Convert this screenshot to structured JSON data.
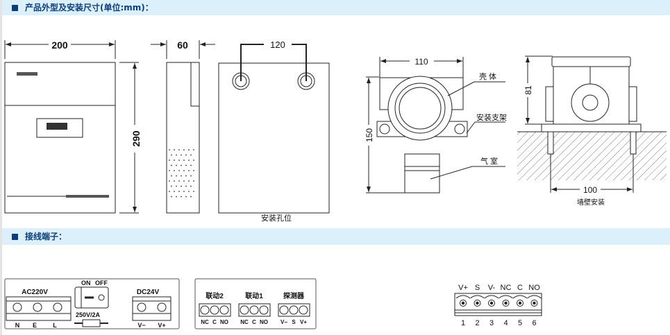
{
  "section1": {
    "title": "产品外型及安装尺寸(单位:mm)："
  },
  "section2": {
    "title": "接线端子："
  },
  "controller": {
    "width": "200",
    "height": "290",
    "depth": "60",
    "hole_spacing": "120",
    "hole_label": "安装孔位"
  },
  "detector": {
    "width": "110",
    "height": "150",
    "callouts": [
      "壳 体",
      "安装支架",
      "气 室"
    ]
  },
  "wall_mount": {
    "height": "81",
    "bolt_spacing": "100",
    "label": "墙壁安装"
  },
  "terminals_power": {
    "ac_label": "AC220V",
    "ac_pins": [
      "N",
      "E",
      "L"
    ],
    "switch_on": "ON",
    "switch_off": "OFF",
    "fuse": "250V/2A",
    "dc_label": "DC24V",
    "dc_pins": [
      "V−",
      "V+"
    ]
  },
  "terminals_relay": {
    "groups": [
      {
        "label": "联动2",
        "pins": [
          "NC",
          "C",
          "NO"
        ]
      },
      {
        "label": "联动1",
        "pins": [
          "NC",
          "C",
          "NO"
        ]
      },
      {
        "label": "探测器",
        "pins": [
          "V−",
          "S",
          "V+"
        ]
      }
    ]
  },
  "connector": {
    "labels": [
      "V+",
      "S",
      "V-",
      "NC",
      "C",
      "NO"
    ],
    "numbers": [
      "1",
      "2",
      "3",
      "4",
      "5",
      "6"
    ]
  }
}
